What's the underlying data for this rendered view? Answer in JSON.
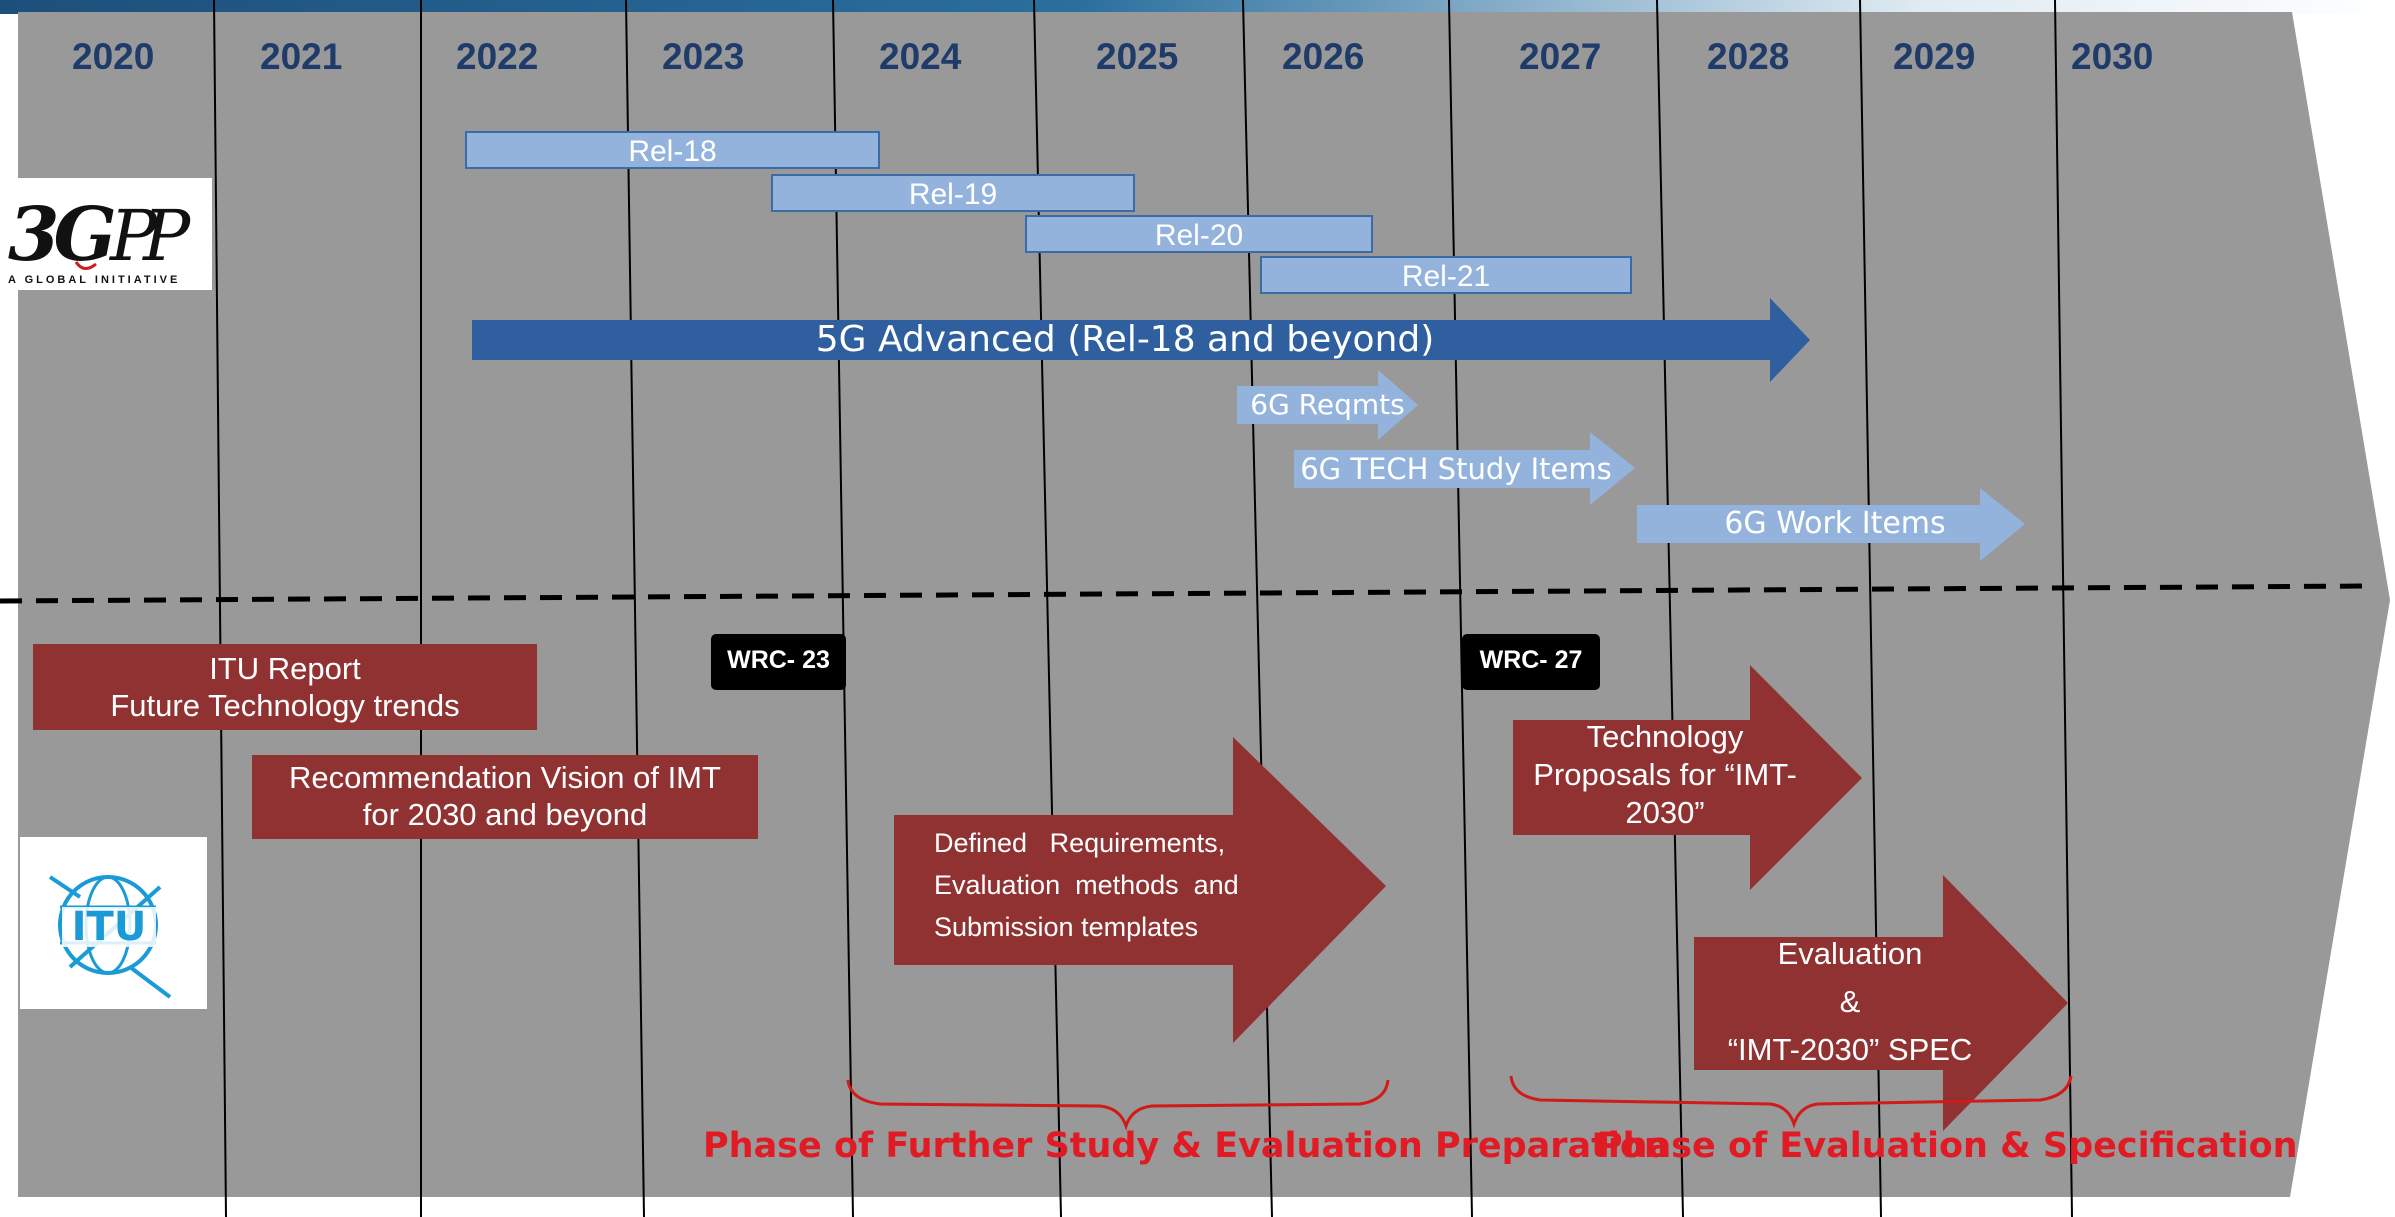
{
  "years": [
    "2020",
    "2021",
    "2022",
    "2023",
    "2024",
    "2025",
    "2026",
    "2027",
    "2028",
    "2029",
    "2030"
  ],
  "releases": [
    {
      "label": "Rel-18"
    },
    {
      "label": "Rel-19"
    },
    {
      "label": "Rel-20"
    },
    {
      "label": "Rel-21"
    }
  ],
  "arrows": {
    "advanced": "5G Advanced (Rel-18 and beyond)",
    "reqmts": "6G Reqmts",
    "tech_study": "6G TECH Study Items",
    "work_items": "6G Work Items"
  },
  "logos": {
    "threegpp_text": "3GPP",
    "threegpp_tagline": "A GLOBAL INITIATIVE",
    "itu_text": "ITU"
  },
  "itu": {
    "report_line1": "ITU Report",
    "report_line2": "Future Technology trends",
    "rec_line1": "Recommendation Vision of IMT",
    "rec_line2": "for 2030 and beyond",
    "wrc23": "WRC- 23",
    "wrc27": "WRC- 27",
    "defined_line1": "Defined   Requirements,",
    "defined_line2": "Evaluation  methods  and",
    "defined_line3": "Submission templates",
    "tech_line1": "Technology",
    "tech_line2": "Proposals for “IMT-",
    "tech_line3": "2030”",
    "eval_line1": "Evaluation",
    "eval_line2": "&",
    "eval_line3": "“IMT-2030” SPEC"
  },
  "phases": {
    "phase1": "Phase of Further Study & Evaluation Preparation",
    "phase2": "Phase of Evaluation & Specification"
  },
  "colors": {
    "background_gray": "#999999",
    "year_text": "#1f3b69",
    "release_fill": "#93b3dd",
    "advanced_arrow": "#2f5f9e",
    "itu_red": "#913232",
    "phase_red": "#e01b24",
    "itu_blue": "#1a9ad6"
  }
}
